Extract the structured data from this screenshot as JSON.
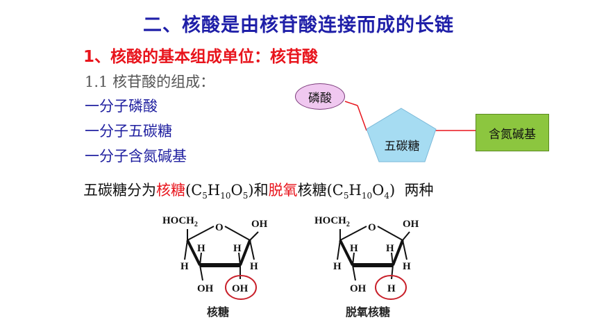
{
  "title": "二、核酸是由核苷酸连接而成的长链",
  "heading1": "1、核酸的基本组成单位：核苷酸",
  "heading2": "1.1  核苷酸的组成：",
  "items": [
    "一分子磷酸",
    "一分子五碳糖",
    "一分子含氮碱基"
  ],
  "diagram": {
    "phosphate": "磷酸",
    "pentose": "五碳糖",
    "base": "含氮碱基"
  },
  "sentence": {
    "part1": "五碳糖分为",
    "ribose": "核糖",
    "formula1_open": "(C",
    "formula1_sub1": "5",
    "formula1_h": "H",
    "formula1_sub2": "10",
    "formula1_o": "O",
    "formula1_sub3": "5",
    "formula1_close": ")",
    "and": "和",
    "deoxy": "脱氧",
    "ribose2": "核糖",
    "formula2_open": "(C",
    "formula2_sub1": "5",
    "formula2_h": "H",
    "formula2_sub2": "10",
    "formula2_o": "O",
    "formula2_sub3": "4",
    "formula2_close": ")",
    "tail": "  两种"
  },
  "structures": [
    {
      "caption": "核糖",
      "hoch2": "HOCH",
      "sub2": "2",
      "o": "O",
      "oh_right": "OH",
      "h1": "H",
      "h2": "H",
      "h3": "H",
      "h4": "H",
      "oh_bottom": "OH",
      "circled": "OH"
    },
    {
      "caption": "脱氧核糖",
      "hoch2": "HOCH",
      "sub2": "2",
      "o": "O",
      "oh_right": "OH",
      "h1": "H",
      "h2": "H",
      "h3": "H",
      "h4": "H",
      "oh_bottom": "OH",
      "circled": "H"
    }
  ],
  "colors": {
    "title": "#1f1fa8",
    "heading1": "#e8141c",
    "items": "#2020a0",
    "oval_fill": "#f0c8f0",
    "pentagon_fill": "#a6dcf2",
    "box_fill": "#8cc63f",
    "connector": "#e8141c",
    "circle": "#c8202a"
  }
}
